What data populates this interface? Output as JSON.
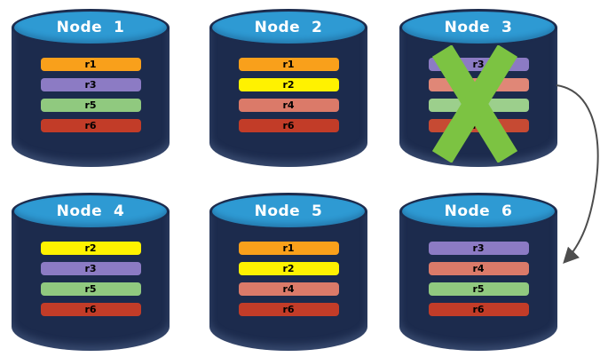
{
  "colors": {
    "background": "#FFFFFF",
    "cylinder_body": "#1C2B4D",
    "cylinder_top": "#2E9AD3",
    "title_text": "#FFFFFF",
    "bar_text": "#000000",
    "x_mark": "#7CC342",
    "arrow": "#4D4D4D",
    "replica_orange": "#F9A01B",
    "replica_yellow": "#FFF200",
    "replica_purple": "#8C7BC4",
    "replica_salmon": "#DB7A69",
    "replica_green": "#90C97F",
    "replica_red": "#C23C28"
  },
  "nodes": [
    {
      "title": "Node  1",
      "failed": false,
      "bars": [
        {
          "label": "r1",
          "color": "#F9A01B"
        },
        {
          "label": "r3",
          "color": "#8C7BC4"
        },
        {
          "label": "r5",
          "color": "#90C97F"
        },
        {
          "label": "r6",
          "color": "#C23C28"
        }
      ]
    },
    {
      "title": "Node  2",
      "failed": false,
      "bars": [
        {
          "label": "r1",
          "color": "#F9A01B"
        },
        {
          "label": "r2",
          "color": "#FFF200"
        },
        {
          "label": "r4",
          "color": "#DB7A69"
        },
        {
          "label": "r6",
          "color": "#C23C28"
        }
      ]
    },
    {
      "title": "Node  3",
      "failed": true,
      "bars": [
        {
          "label": "r3",
          "color": "#8C7BC4"
        },
        {
          "label": "r4",
          "color": "#E08777"
        },
        {
          "label": "r5",
          "color": "#9CCF8C"
        },
        {
          "label": "r6",
          "color": "#C64A33"
        }
      ]
    },
    {
      "title": "Node  4",
      "failed": false,
      "bars": [
        {
          "label": "r2",
          "color": "#FFF200"
        },
        {
          "label": "r3",
          "color": "#8C7BC4"
        },
        {
          "label": "r5",
          "color": "#90C97F"
        },
        {
          "label": "r6",
          "color": "#C23C28"
        }
      ]
    },
    {
      "title": "Node  5",
      "failed": false,
      "bars": [
        {
          "label": "r1",
          "color": "#F9A01B"
        },
        {
          "label": "r2",
          "color": "#FFF200"
        },
        {
          "label": "r4",
          "color": "#DB7A69"
        },
        {
          "label": "r6",
          "color": "#C23C28"
        }
      ]
    },
    {
      "title": "Node  6",
      "failed": false,
      "bars": [
        {
          "label": "r3",
          "color": "#8C7BC4"
        },
        {
          "label": "r4",
          "color": "#DB7A69"
        },
        {
          "label": "r5",
          "color": "#90C97F"
        },
        {
          "label": "r6",
          "color": "#C23C28"
        }
      ]
    }
  ],
  "failure": {
    "failed_node": "Node  3",
    "mark": "green-x"
  },
  "arrow": {
    "from": "Node  3",
    "to": "Node  6"
  }
}
